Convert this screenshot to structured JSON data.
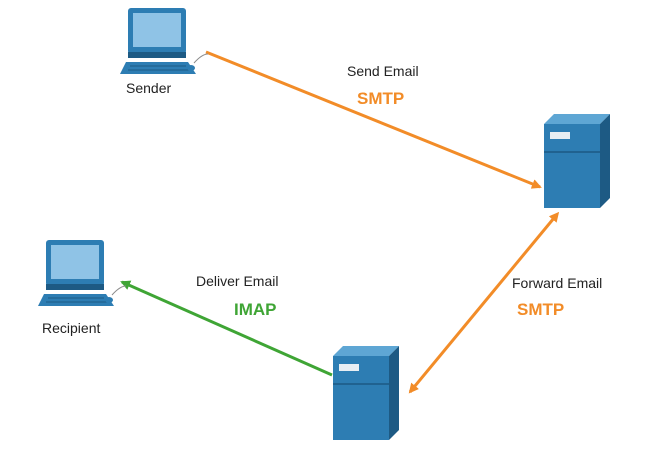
{
  "colors": {
    "smtp": "#f28c28",
    "imap": "#3fa535",
    "device_blue": "#2d7db3",
    "device_dark": "#1d5a84",
    "screen": "#8fc3e6"
  },
  "nodes": {
    "sender": {
      "label": "Sender",
      "icon": "computer-icon"
    },
    "recipient": {
      "label": "Recipient",
      "icon": "computer-icon"
    },
    "server_a": {
      "icon": "server-icon"
    },
    "server_b": {
      "icon": "server-icon"
    }
  },
  "links": {
    "send": {
      "action": "Send Email",
      "protocol": "SMTP"
    },
    "forward": {
      "action": "Forward Email",
      "protocol": "SMTP"
    },
    "deliver": {
      "action": "Deliver Email",
      "protocol": "IMAP"
    }
  }
}
